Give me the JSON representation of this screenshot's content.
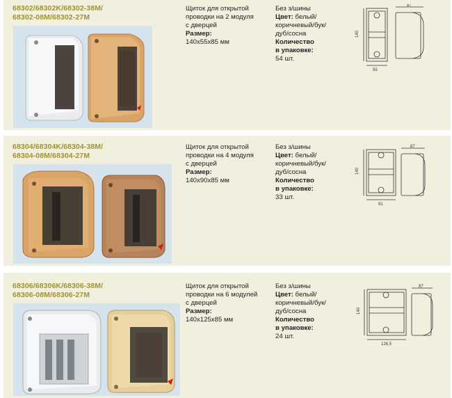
{
  "products": [
    {
      "code_lines": [
        "68302/68302K/68302-38M/",
        "68302-08M/68302-27M"
      ],
      "desc_lines": [
        "Щиток для открытой",
        "проводки на 2 модуля",
        "с дверцей"
      ],
      "size_label": "Размер:",
      "size_value": "140x55x85 мм",
      "no_rail": "Без з/шины",
      "color_label": "Цвет:",
      "color_lines": [
        " белый/",
        "коричневый/бук/",
        "дуб/сосна"
      ],
      "qty_label_lines": [
        "Количество",
        "в упаковке:"
      ],
      "qty_value": "54 шт.",
      "dim_height": "140",
      "dim_width": "55",
      "dim_depth": "87"
    },
    {
      "code_lines": [
        "68304/68304K/68304-38M/",
        "68304-08M/68304-27M"
      ],
      "desc_lines": [
        "Щиток для открытой",
        "проводки на 4 модуля",
        "с дверцей"
      ],
      "size_label": "Размер:",
      "size_value": "140x90x85 мм",
      "no_rail": "Без з/шины",
      "color_label": "Цвет:",
      "color_lines": [
        " белый/",
        "коричневый/бук/",
        "дуб/сосна"
      ],
      "qty_label_lines": [
        "Количество",
        "в упаковке:"
      ],
      "qty_value": "33 шт.",
      "dim_height": "140",
      "dim_width": "91",
      "dim_depth": "87"
    },
    {
      "code_lines": [
        "68306/68306K/68306-38M/",
        "68306-08M/68306-27M"
      ],
      "desc_lines": [
        "Щиток для открытой",
        "проводки на 6 модулей",
        "с дверцей"
      ],
      "size_label": "Размер:",
      "size_value": "140x125x85 мм",
      "no_rail": "Без з/шины",
      "color_label": "Цвет:",
      "color_lines": [
        " белый/",
        "коричневый/бук/",
        "дуб/сосна"
      ],
      "qty_label_lines": [
        "Количество",
        "в упаковке:"
      ],
      "qty_value": "24 шт.",
      "dim_height": "140",
      "dim_width": "126,5",
      "dim_depth": "87"
    }
  ],
  "colors": {
    "panel_bg": "#f1f0df",
    "code_text": "#a1922e",
    "photo_bg": "#d5e4ec",
    "wood_light": "#d9a466",
    "wood_dark": "#b87a4b",
    "box_white": "#e9ebec",
    "door_dark": "#3b3530"
  }
}
